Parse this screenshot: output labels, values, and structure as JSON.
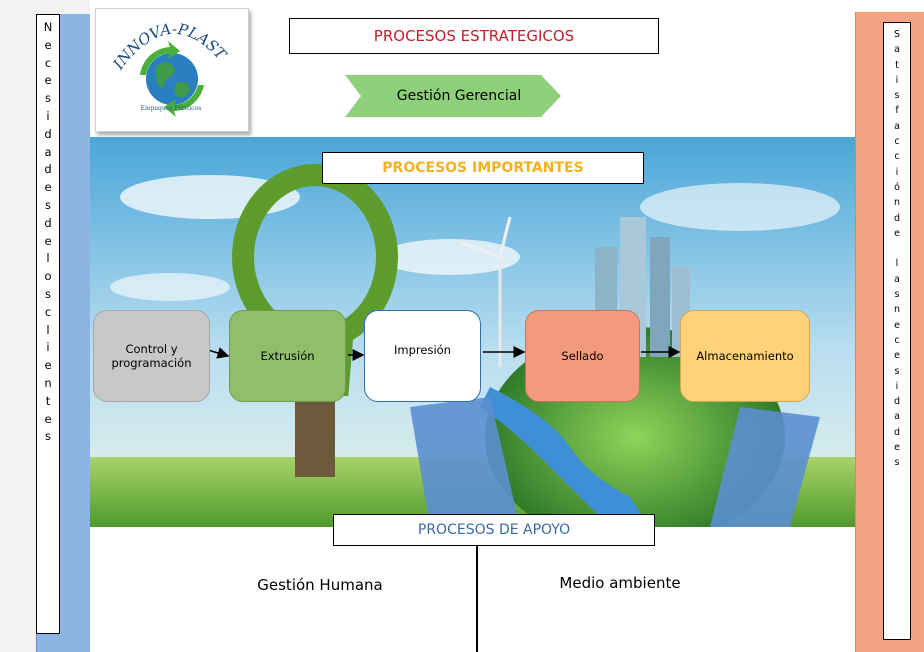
{
  "left_label": "Necesidadesdelosclientes",
  "right_label": "Satisfacciónde lasnecesidades",
  "logo": {
    "name": "INNOVA-PLAST",
    "subtitle": "Empaques Plásticos"
  },
  "strategic": {
    "title": "PROCESOS ESTRATEGICOS",
    "item": "Gestión Gerencial",
    "title_color": "#c0202b"
  },
  "important": {
    "title": "PROCESOS IMPORTANTES",
    "title_color": "#f6b020",
    "steps": [
      {
        "label": "Control y programación",
        "color": "#c8c8c8"
      },
      {
        "label": "Extrusión",
        "color": "#8fbf6b"
      },
      {
        "label": "Impresión",
        "color": "#ffffff"
      },
      {
        "label": "Sellado",
        "color": "#f39a7c"
      },
      {
        "label": "Almacenamiento",
        "color": "#ffd27a"
      }
    ]
  },
  "support": {
    "title": "PROCESOS DE APOYO",
    "title_color": "#3b6aa0",
    "items": [
      "Gestión Humana",
      "Medio ambiente"
    ]
  },
  "colors": {
    "left_panel": "#8eb4e3",
    "right_panel": "#f4a385",
    "strategic_arrow": "#8fd07a"
  }
}
